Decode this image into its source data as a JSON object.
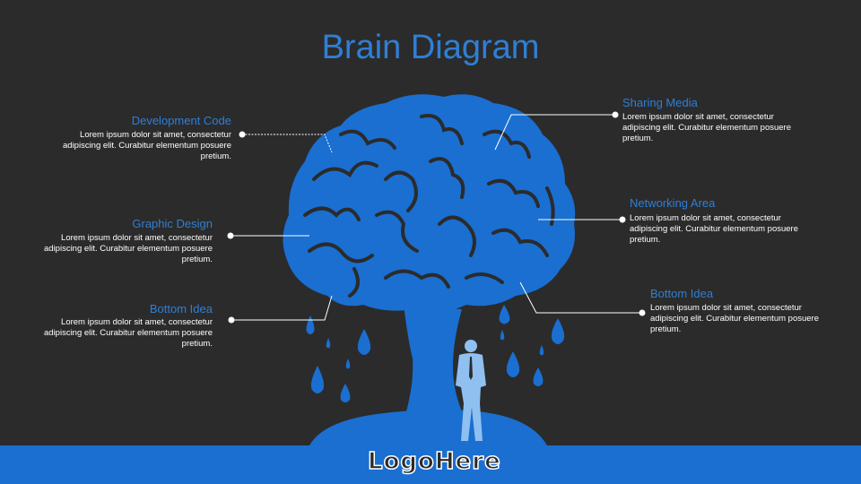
{
  "title": "Brain Diagram",
  "logo": "LogoHere",
  "colors": {
    "background": "#2b2b2c",
    "accent": "#1a6fd1",
    "title": "#2f7fd4"
  },
  "items": [
    {
      "heading": "Development Code",
      "text": "Lorem ipsum dolor sit amet, consectetur adipiscing elit. Curabitur elementum posuere pretium."
    },
    {
      "heading": "Graphic Design",
      "text": "Lorem ipsum dolor sit amet, consectetur adipiscing elit. Curabitur elementum posuere pretium."
    },
    {
      "heading": "Bottom Idea",
      "text": "Lorem ipsum dolor sit amet, consectetur adipiscing elit. Curabitur elementum posuere pretium."
    },
    {
      "heading": "Sharing Media",
      "text": "Lorem ipsum dolor sit amet, consectetur adipiscing elit. Curabitur elementum posuere pretium."
    },
    {
      "heading": "Networking Area",
      "text": "Lorem ipsum dolor sit amet, consectetur adipiscing elit. Curabitur elementum posuere pretium."
    },
    {
      "heading": "Bottom Idea",
      "text": "Lorem ipsum dolor sit amet, consectetur adipiscing elit. Curabitur elementum posuere pretium."
    }
  ]
}
